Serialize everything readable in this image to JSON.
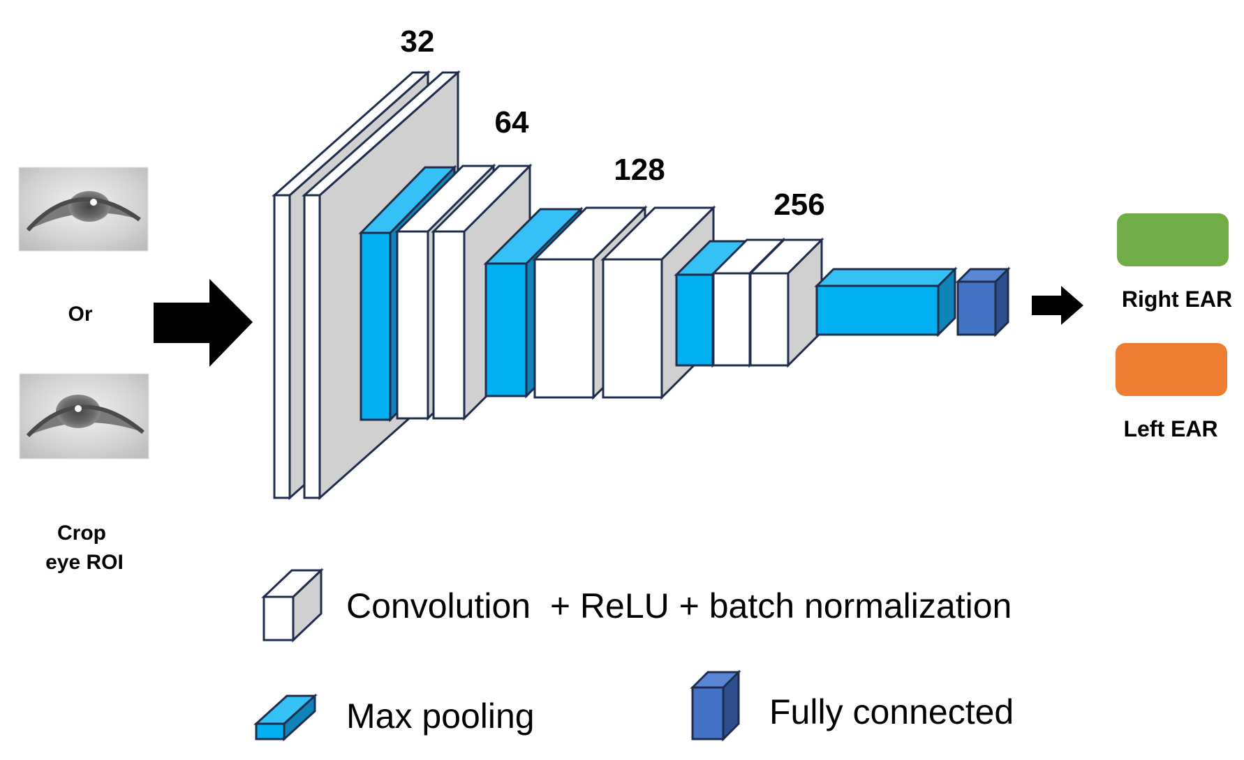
{
  "colors": {
    "conv_front": "#ffffff",
    "conv_side": "#d0d0d0",
    "pool": "#00b0f0",
    "pool_top": "#35c1f5",
    "pool_side": "#0e84b8",
    "fc": "#4472c4",
    "fc_top": "#5a86d6",
    "fc_side": "#2e4e8e",
    "right_ear": "#70ad47",
    "left_ear": "#ed7d31",
    "stroke": "#1f2d4d",
    "arrow": "#000000"
  },
  "input": {
    "or_label": "Or",
    "crop_label_line1": "Crop",
    "crop_label_line2": "eye ROI",
    "images": [
      "right-eye-crop",
      "left-eye-crop"
    ]
  },
  "stages": [
    {
      "filters": "32",
      "layers": [
        "conv",
        "conv"
      ]
    },
    {
      "filters": "64",
      "layers": [
        "pool",
        "conv",
        "conv"
      ]
    },
    {
      "filters": "128",
      "layers": [
        "pool",
        "conv",
        "conv"
      ]
    },
    {
      "filters": "256",
      "layers": [
        "pool",
        "conv",
        "conv"
      ]
    },
    {
      "filters": "",
      "layers": [
        "pool",
        "fc"
      ]
    }
  ],
  "outputs": [
    {
      "label": "Right EAR",
      "color": "#70ad47"
    },
    {
      "label": "Left EAR",
      "color": "#ed7d31"
    }
  ],
  "legend": {
    "conv": "Convolution  + ReLU + batch normalization",
    "pool": "Max pooling",
    "fc": "Fully connected"
  }
}
